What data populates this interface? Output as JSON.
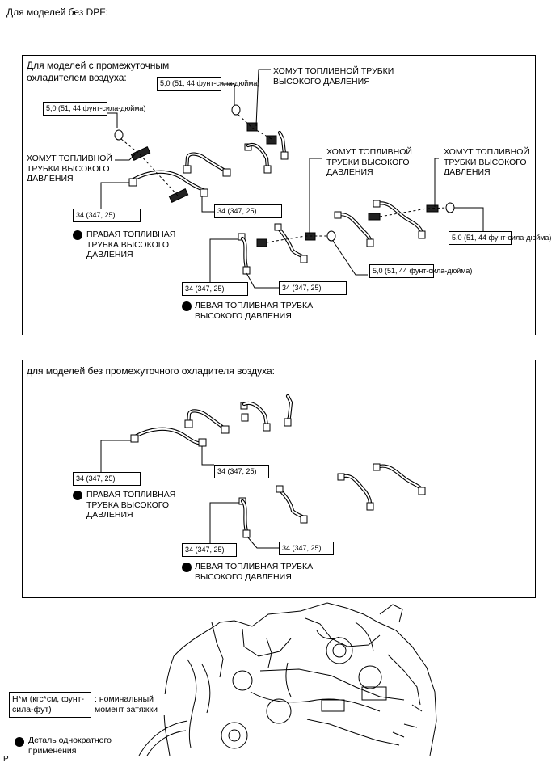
{
  "page_title": "Для моделей без DPF:",
  "section1": {
    "title": "Для моделей с промежуточным охладителем воздуха:",
    "clamp_label": "ХОМУТ ТОПЛИВНОЙ ТРУБКИ ВЫСОКОГО ДАВЛЕНИЯ",
    "torque_small": "5,0 (51, 44 фунт-сила-дюйма)",
    "torque_large": "34 (347, 25)",
    "right_pipe": "ПРАВАЯ ТОПЛИВНАЯ ТРУБКА ВЫСОКОГО ДАВЛЕНИЯ",
    "left_pipe": "ЛЕВАЯ ТОПЛИВНАЯ ТРУБКА ВЫСОКОГО ДАВЛЕНИЯ"
  },
  "section2": {
    "title": "для моделей без промежуточного охладителя воздуха:",
    "torque_large": "34 (347, 25)",
    "right_pipe": "ПРАВАЯ ТОПЛИВНАЯ ТРУБКА ВЫСОКОГО ДАВЛЕНИЯ",
    "left_pipe": "ЛЕВАЯ ТОПЛИВНАЯ ТРУБКА ВЫСОКОГО ДАВЛЕНИЯ"
  },
  "legend": {
    "torque_unit": "Н*м (кгс*см, фунт-сила-фут)",
    "torque_desc": ": номинальный момент затяжки",
    "single_use": "Деталь однократного применения"
  },
  "corner_mark": "P"
}
